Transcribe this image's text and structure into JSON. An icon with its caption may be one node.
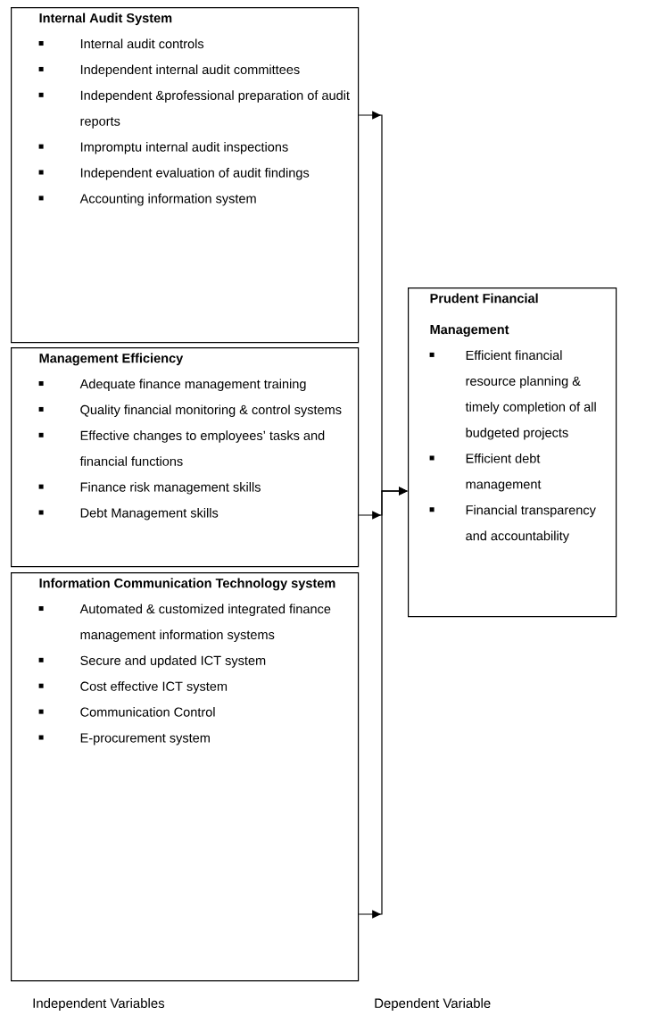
{
  "diagram": {
    "nodes": [
      {
        "text": [
          "Internal Audit System",
          "Internal audit controls",
          "Independent internal audit committees",
          "Independent &professional preparation of audit reports",
          "Impromptu internal audit inspections",
          "Independent evaluation of audit findings",
          "Accounting information system"
        ]
      },
      {
        "text": [
          "Management Efficiency",
          "Adequate finance management training",
          "Quality financial monitoring & control systems",
          "Effective changes to employees’ tasks and financial functions",
          "Finance risk management skills",
          "Debt Management skills"
        ]
      },
      {
        "text": [
          "Information Communication Technology system",
          "Automated & customized integrated finance management information systems",
          "Secure and updated ICT system",
          "Cost effective ICT system",
          "Communication Control",
          "E-procurement system"
        ]
      },
      {
        "text": [
          "Prudent Financial Management",
          "Efficient financial resource planning & timely completion of  all budgeted projects",
          "Efficient debt management",
          "Financial transparency and accountability"
        ]
      }
    ],
    "edges": [
      {
        "from": 0,
        "to": 3,
        "arrow": "to"
      },
      {
        "from": 1,
        "to": 3,
        "arrow": "to"
      },
      {
        "from": 2,
        "to": 3,
        "arrow": "to"
      }
    ],
    "labels": [
      "Independent Variables",
      "Dependent Variable"
    ]
  }
}
